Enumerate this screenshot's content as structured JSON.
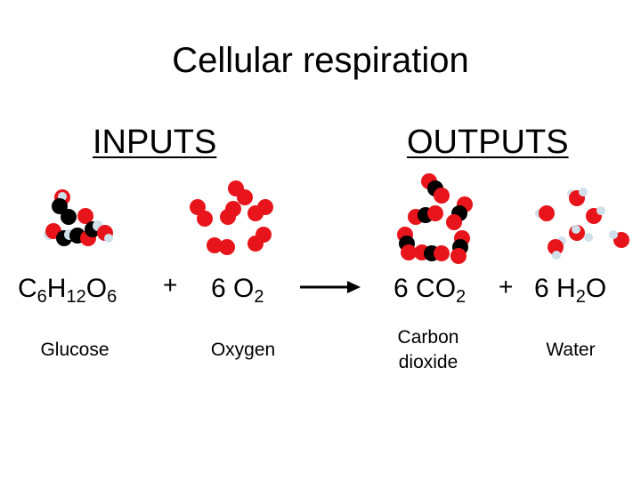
{
  "title": "Cellular respiration",
  "headings": {
    "inputs": "INPUTS",
    "outputs": "OUTPUTS"
  },
  "equation": {
    "glucose": {
      "parts": [
        "C",
        "6",
        "H",
        "12",
        "O",
        "6"
      ],
      "name": "Glucose"
    },
    "plus_1": "+",
    "oxygen": {
      "coef": "6",
      "parts": [
        "O",
        "2"
      ],
      "name": "Oxygen"
    },
    "carbon_dioxide": {
      "coef": "6",
      "parts": [
        "CO",
        "2"
      ],
      "name_line1": "Carbon",
      "name_line2": "dioxide"
    },
    "plus_2": "+",
    "water": {
      "coef": "6",
      "parts": [
        "H",
        "2",
        "O"
      ],
      "name": "Water"
    }
  },
  "colors": {
    "carbon": "#000000",
    "oxygen": "#e8141b",
    "hydrogen": "#cfe0ea",
    "arrow": "#000000"
  },
  "icons": [
    "glucose-molecule-icon",
    "oxygen-molecules-icon",
    "carbon-dioxide-molecules-icon",
    "water-molecules-icon",
    "reaction-arrow-icon"
  ]
}
